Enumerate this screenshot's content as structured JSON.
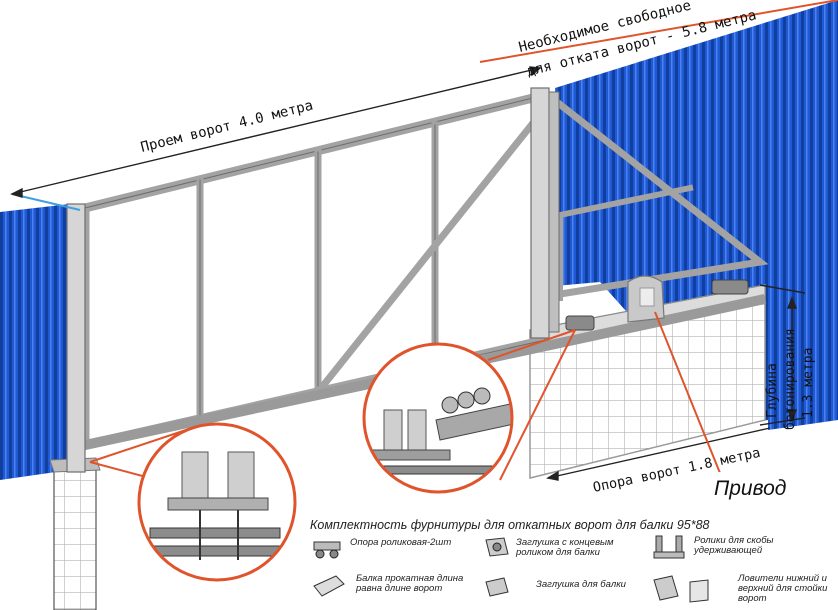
{
  "labels": {
    "free_space_line1": "Необходимое свободное",
    "free_space_line2": "для отката ворот - 5.8 метра",
    "opening": "Проем ворот 4.0 метра",
    "concrete_depth_line1": "Глубина",
    "concrete_depth_line2": "бетонирования",
    "concrete_depth_line3": "1.3 метра",
    "support": "Опора ворот 1.8 метра",
    "drive": "Привод"
  },
  "kit": {
    "title": "Комплектность фурнитуры для откатных ворот для балки 95*88",
    "items": [
      {
        "text": "Опора роликовая-2шт",
        "icon": "roller-carriage-icon"
      },
      {
        "text": "Заглушка с концевым роликом для балки",
        "icon": "end-roller-cap-icon"
      },
      {
        "text": "Ролики для скобы удерживающей",
        "icon": "guide-rollers-icon"
      },
      {
        "text": "Балка прокатная длина равна длине ворот",
        "icon": "rail-beam-icon"
      },
      {
        "text": "Заглушка для балки",
        "icon": "beam-cap-icon"
      },
      {
        "text": "Ловители нижний и верхний для стойки ворот",
        "icon": "catchers-icon"
      }
    ]
  },
  "colors": {
    "fence": "#1f5ad6",
    "fence_dark": "#123f9e",
    "frame": "#9c9c9c",
    "accent_line": "#e0542c",
    "mesh": "#b8b8b8"
  }
}
